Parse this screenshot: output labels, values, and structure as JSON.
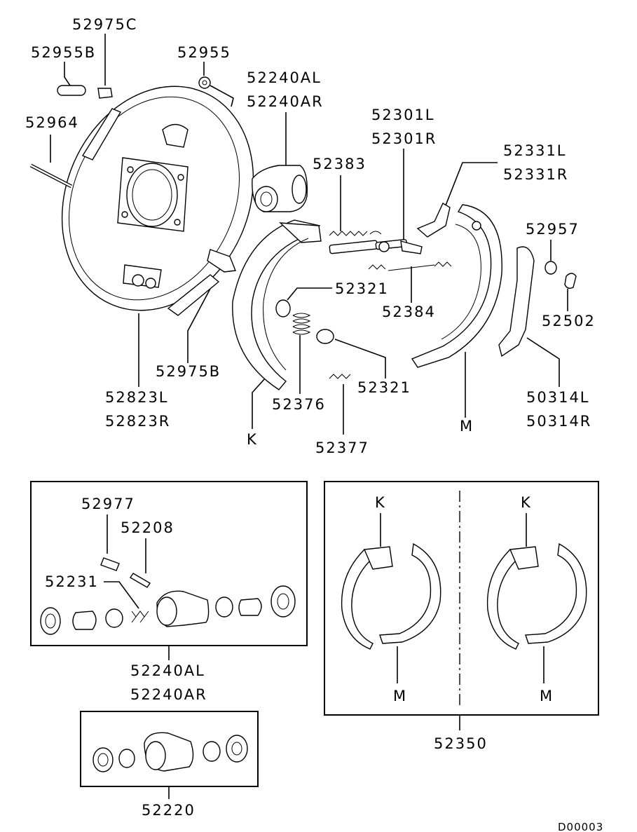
{
  "labels": {
    "p52975C": "52975C",
    "p52955B": "52955B",
    "p52955": "52955",
    "p52240AL_top": "52240AL",
    "p52240AR_top": "52240AR",
    "p52964": "52964",
    "p52301L": "52301L",
    "p52301R": "52301R",
    "p52383": "52383",
    "p52331L": "52331L",
    "p52331R": "52331R",
    "p52957": "52957",
    "p52321_a": "52321",
    "p52384": "52384",
    "p52502": "52502",
    "p52975B": "52975B",
    "p52823L": "52823L",
    "p52823R": "52823R",
    "p52376": "52376",
    "p52321_b": "52321",
    "p50314L": "50314L",
    "p50314R": "50314R",
    "k_main": "K",
    "m_main": "M",
    "p52377": "52377",
    "p52977": "52977",
    "p52208": "52208",
    "p52231": "52231",
    "p52240AL_bot": "52240AL",
    "p52240AR_bot": "52240AR",
    "k_left": "K",
    "k_right": "K",
    "m_left": "M",
    "m_right": "M",
    "p52350": "52350",
    "p52220": "52220",
    "diagram_code": "D00003"
  }
}
